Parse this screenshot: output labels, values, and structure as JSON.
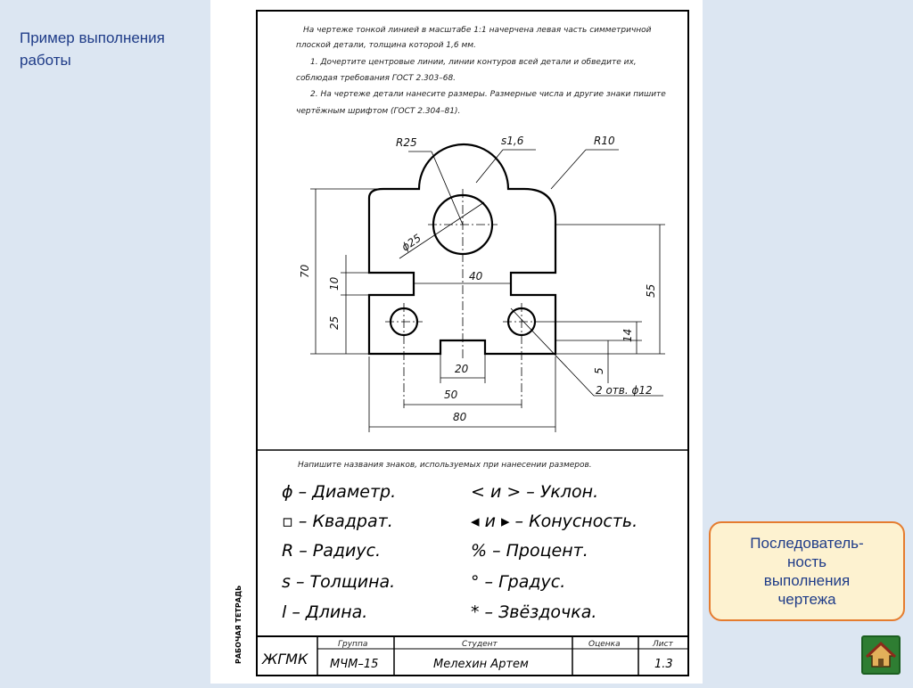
{
  "left": {
    "title": "Пример выполнения работы"
  },
  "sheet": {
    "task_lines": [
      "На чертеже тонкой линией в масштабе 1:1 начерчена левая часть симметричной",
      "плоской детали, толщина которой 1,6 мм.",
      "1. Дочертите центровые линии, линии контуров всей детали и обведите их,",
      "соблюдая требования ГОСТ 2.303–68.",
      "2. На чертеже детали нанесите размеры. Размерные числа и другие знаки пишите",
      "чертёжным шрифтом (ГОСТ 2.304–81)."
    ],
    "dims": {
      "r25": "R25",
      "s16": "s1,6",
      "r10": "R10",
      "d25": "ϕ25",
      "d70": "70",
      "d10": "10",
      "d25v": "25",
      "d40": "40",
      "d55": "55",
      "d14": "14",
      "d5": "5",
      "d20": "20",
      "d50": "50",
      "d80": "80",
      "holes": "2 отв. ϕ12"
    },
    "question": "Напишите названия знаков, используемых при нанесении размеров.",
    "symbols_left": [
      "ϕ – Диаметр.",
      "▫ – Квадрат.",
      "R – Радиус.",
      "s – Толщина.",
      "l – Длина."
    ],
    "symbols_right": [
      "< и > – Уклон.",
      "◂ и ▸ – Конусность.",
      "% – Процент.",
      "° – Градус.",
      "* – Звёздочка."
    ],
    "side_label": "РАБОЧАЯ ТЕТРАДЬ",
    "title_block": {
      "org": "ЖГМК",
      "group_label": "Группа",
      "student_label": "Студент",
      "grade_label": "Оценка",
      "sheet_label": "Лист",
      "group": "МЧМ–15",
      "student": "Мелехин Артем",
      "grade": "",
      "sheet_no": "1.3"
    }
  },
  "right": {
    "info_box": "Последователь-\nность\nвыполнения\nчертежа"
  },
  "icons": {
    "home": "home-icon"
  },
  "colors": {
    "background": "#dce6f2",
    "title": "#1f3c88",
    "box_border": "#e57c2f",
    "box_fill": "#fdf2d0",
    "home": "#2e7d32"
  }
}
